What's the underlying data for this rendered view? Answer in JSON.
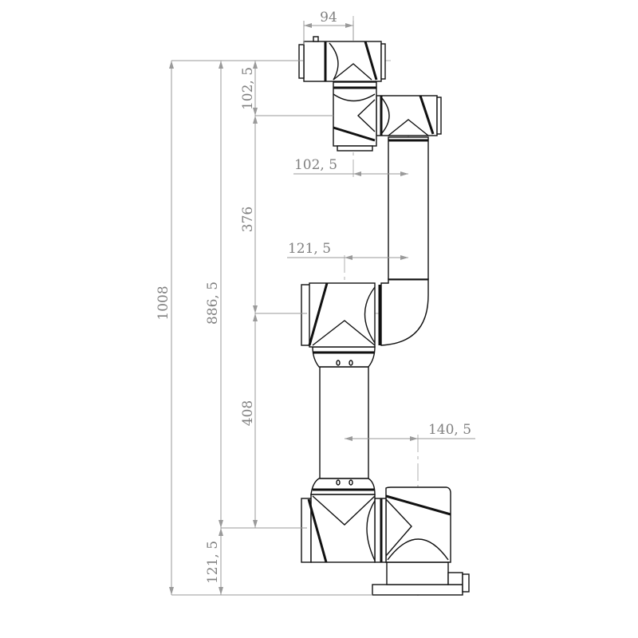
{
  "drawing": {
    "title": "Robot arm dimension drawing",
    "dimensions": {
      "tool_flange_width": "94",
      "wrist_offset_vertical": "102, 5",
      "wrist_offset_horizontal": "102, 5",
      "forearm_length": "376",
      "elbow_offset": "121, 5",
      "total_height": "1008",
      "shoulder_to_tool_height": "886, 5",
      "upper_arm_length": "408",
      "base_offset": "140, 5",
      "base_height": "121, 5"
    },
    "colors": {
      "line": "#111111",
      "dimension": "#808080"
    }
  }
}
